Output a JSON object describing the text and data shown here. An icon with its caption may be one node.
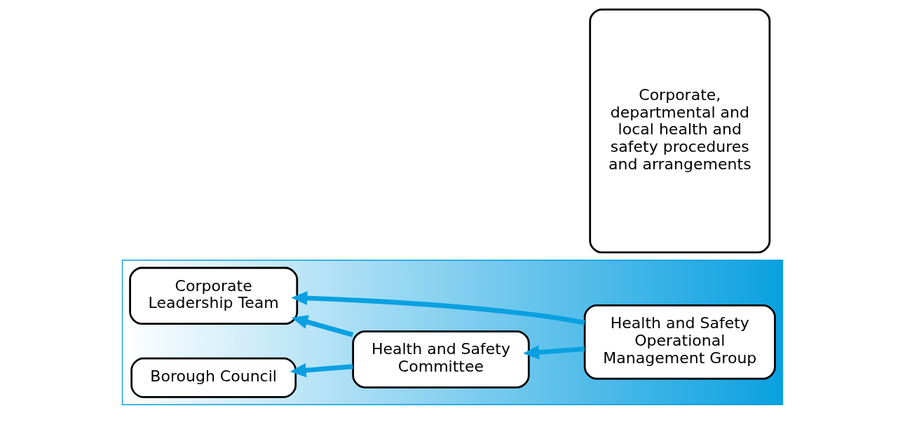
{
  "diagram": {
    "nodes": [
      {
        "text": [],
        "shape": "arrow"
      },
      {
        "text": [
          "Borough Council"
        ],
        "in": 0
      },
      {
        "text": [
          "Health and Safety Committee"
        ],
        "in": 0
      },
      {
        "text": [
          "Health and Safety Operational Management Group"
        ],
        "in": 0
      },
      {
        "text": [
          "Corporate Leadership Team"
        ],
        "in": 0
      },
      {
        "text": [
          "Corporate, departmental and local health and safety procedures and arrangements"
        ]
      }
    ],
    "edges": [
      {
        "from": 2,
        "to": 1,
        "arrow": "to"
      },
      {
        "from": 2,
        "to": 4,
        "arrow": "to"
      },
      {
        "from": 3,
        "to": 2,
        "arrow": "to"
      },
      {
        "from": 3,
        "to": 4,
        "arrow": "to"
      }
    ]
  }
}
